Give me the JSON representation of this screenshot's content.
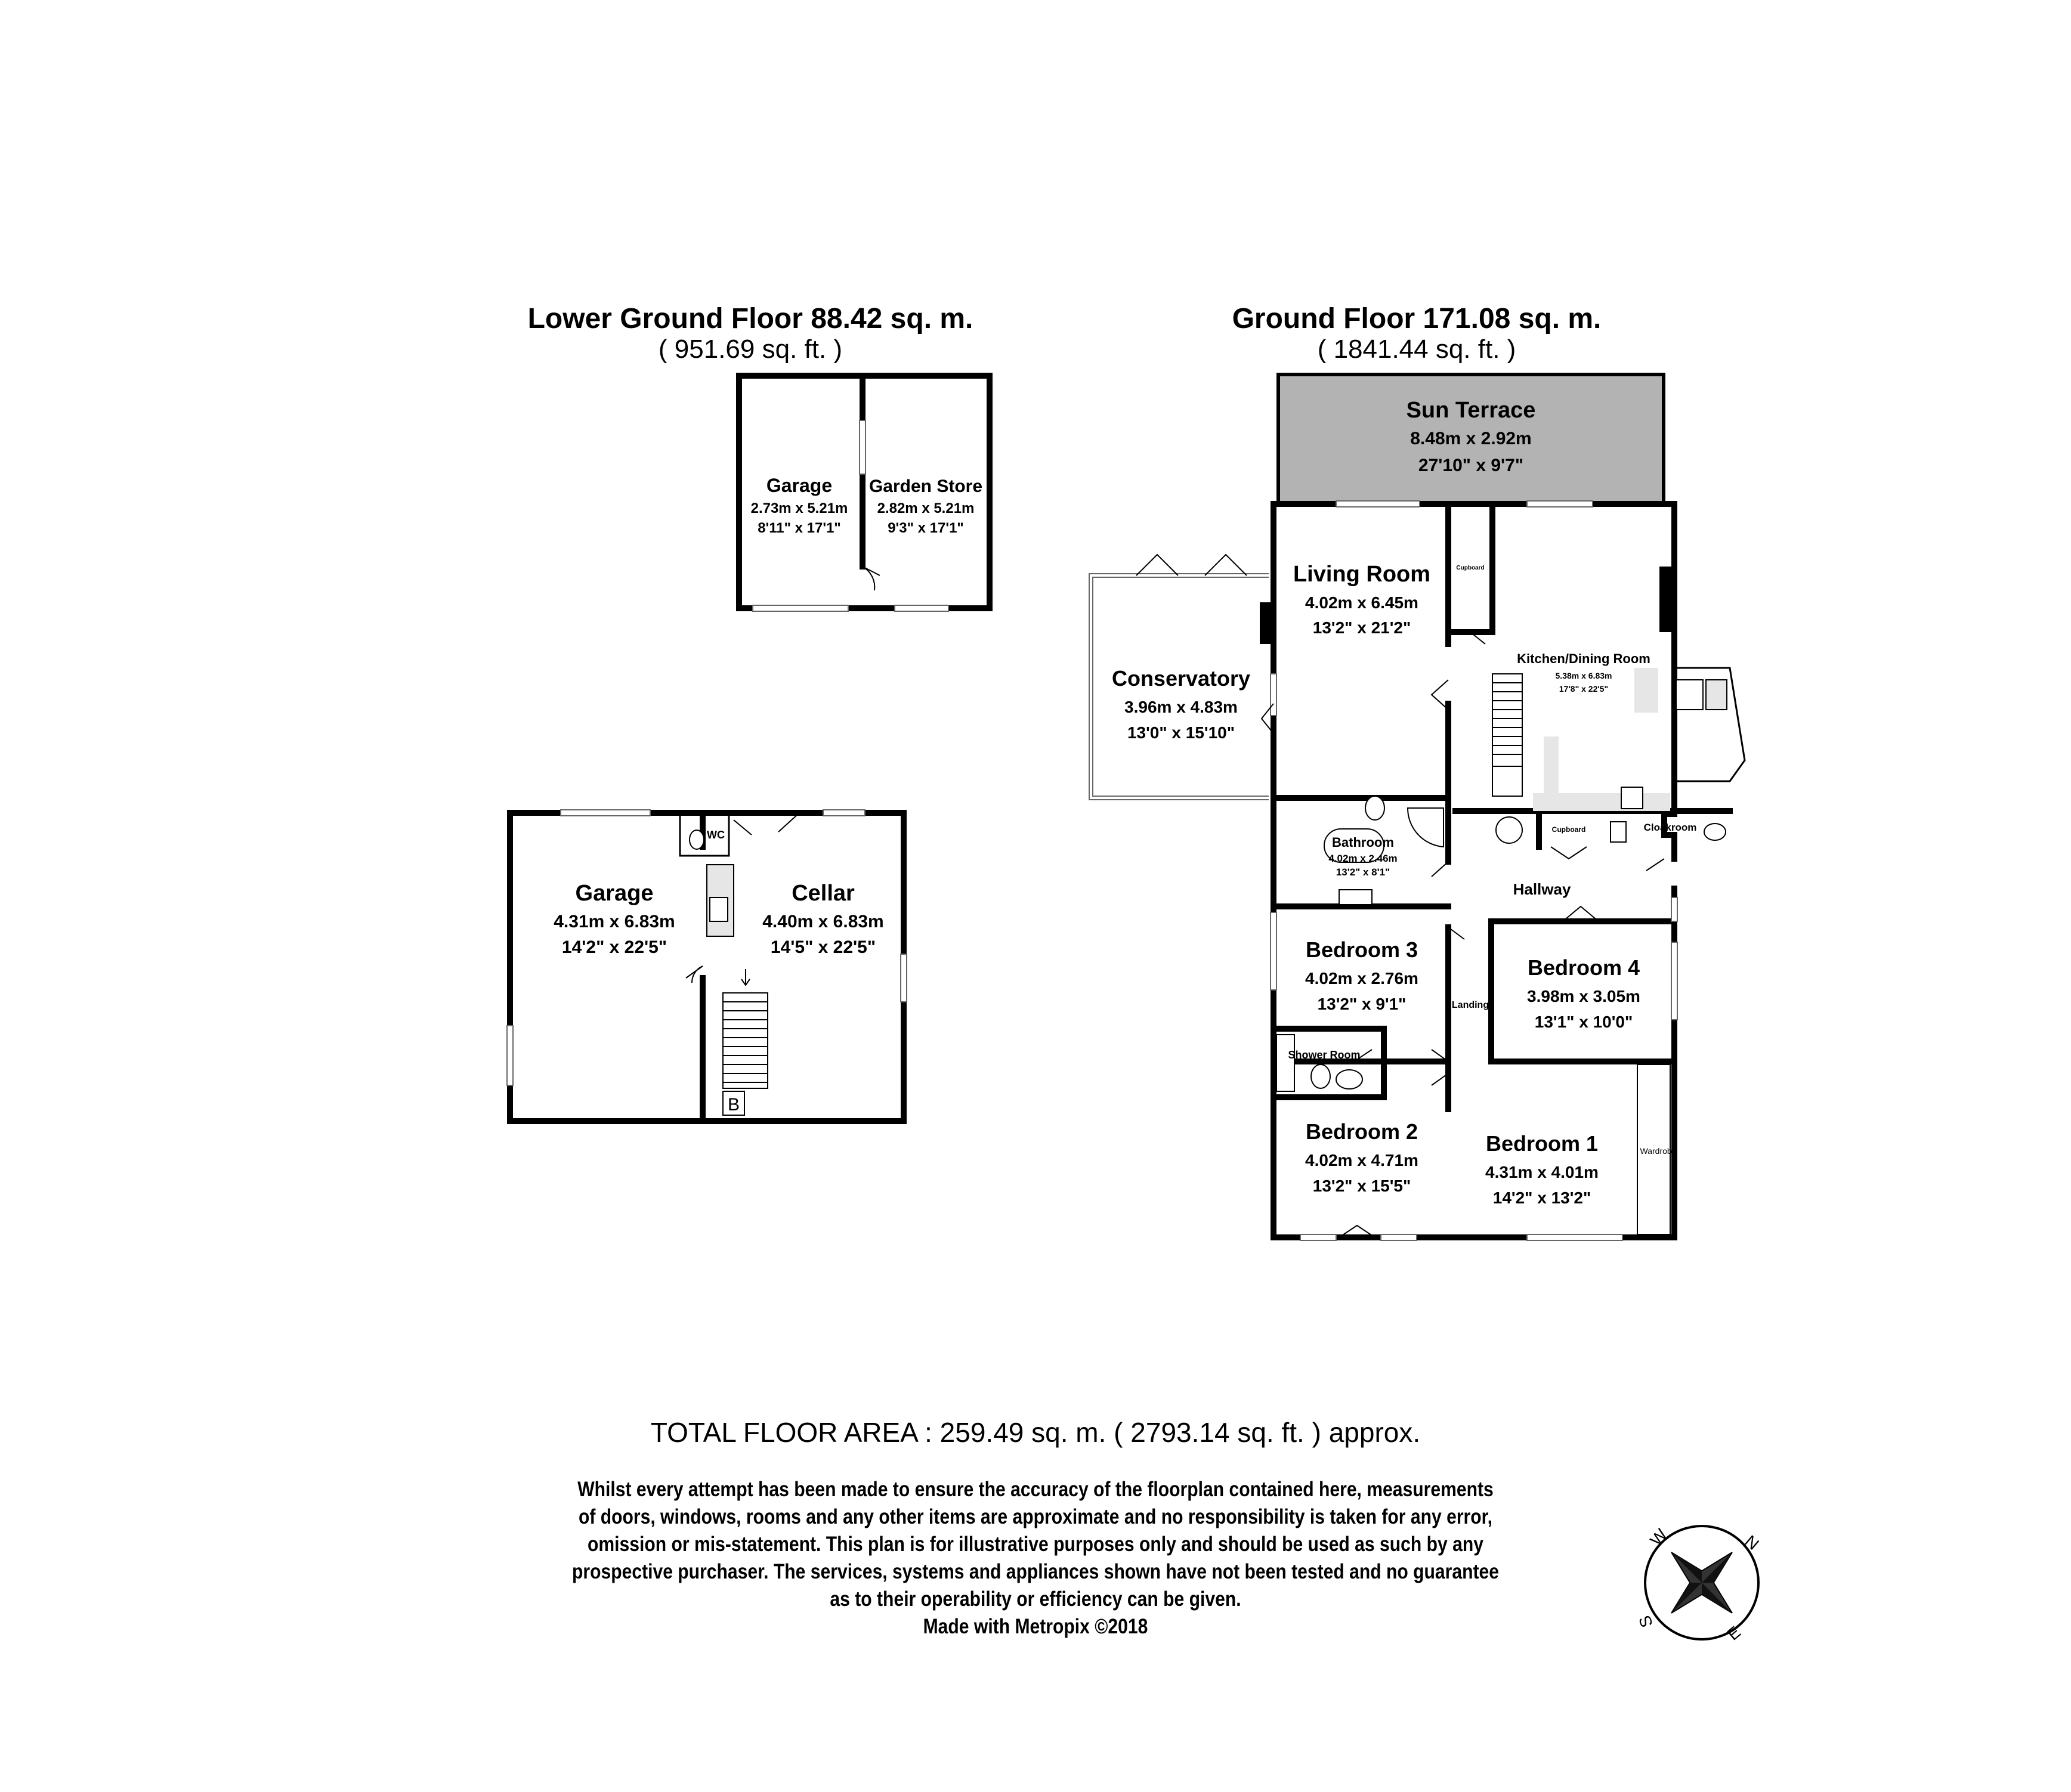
{
  "floors": {
    "lower": {
      "title": "Lower Ground Floor 88.42 sq. m.",
      "subtitle": "( 951.69 sq. ft. )",
      "rooms": {
        "garage_upper": {
          "name": "Garage",
          "metric": "2.73m x 5.21m",
          "imperial": "8'11\" x 17'1\""
        },
        "garden_store": {
          "name": "Garden Store",
          "metric": "2.82m x 5.21m",
          "imperial": "9'3\" x 17'1\""
        },
        "garage_lower": {
          "name": "Garage",
          "metric": "4.31m x 6.83m",
          "imperial": "14'2\" x 22'5\""
        },
        "cellar": {
          "name": "Cellar",
          "metric": "4.40m x 6.83m",
          "imperial": "14'5\" x 22'5\""
        },
        "wc": {
          "name": "WC"
        },
        "boiler": {
          "name": "B"
        }
      }
    },
    "ground": {
      "title": "Ground Floor 171.08 sq. m.",
      "subtitle": "( 1841.44 sq. ft. )",
      "rooms": {
        "sun_terrace": {
          "name": "Sun Terrace",
          "metric": "8.48m x 2.92m",
          "imperial": "27'10\" x 9'7\""
        },
        "living_room": {
          "name": "Living Room",
          "metric": "4.02m x 6.45m",
          "imperial": "13'2\" x 21'2\""
        },
        "conservatory": {
          "name": "Conservatory",
          "metric": "3.96m x 4.83m",
          "imperial": "13'0\" x 15'10\""
        },
        "kitchen": {
          "name": "Kitchen/Dining Room",
          "metric": "5.38m x 6.83m",
          "imperial": "17'8\" x 22'5\""
        },
        "bathroom": {
          "name": "Bathroom",
          "metric": "4.02m x 2.46m",
          "imperial": "13'2\" x 8'1\""
        },
        "bedroom3": {
          "name": "Bedroom 3",
          "metric": "4.02m x 2.76m",
          "imperial": "13'2\" x 9'1\""
        },
        "bedroom4": {
          "name": "Bedroom 4",
          "metric": "3.98m x 3.05m",
          "imperial": "13'1\" x 10'0\""
        },
        "bedroom2": {
          "name": "Bedroom 2",
          "metric": "4.02m x 4.71m",
          "imperial": "13'2\" x 15'5\""
        },
        "bedroom1": {
          "name": "Bedroom 1",
          "metric": "4.31m x 4.01m",
          "imperial": "14'2\" x 13'2\""
        },
        "shower_room": {
          "name": "Shower Room"
        },
        "hallway": {
          "name": "Hallway"
        },
        "landing": {
          "name": "Landing"
        },
        "cloakroom": {
          "name": "Cloakroom"
        },
        "cupboard_hall": {
          "name": "Cupboard"
        },
        "cupboard_kitchen": {
          "name": "Cupboard"
        },
        "wardrobe": {
          "name": "Wardrobe"
        }
      }
    }
  },
  "total": "TOTAL FLOOR AREA : 259.49 sq. m. ( 2793.14 sq. ft. ) approx.",
  "disclaimer": [
    "Whilst every attempt has been made to ensure the accuracy of the floorplan contained here, measurements",
    "of doors, windows, rooms and any other items are approximate and no responsibility is taken for any error,",
    "omission or mis-statement. This plan is for illustrative purposes only and should be used as such by any",
    "prospective purchaser. The services, systems and appliances shown have not been tested and no guarantee",
    "as to their operability or efficiency can be given.",
    "Made with Metropix ©2018"
  ],
  "compass": {
    "n": "N",
    "e": "E",
    "s": "S",
    "w": "W"
  },
  "colors": {
    "wall": "#000000",
    "terrace_fill": "#b3b3b3",
    "fixture_fill": "#e6e6e6"
  }
}
